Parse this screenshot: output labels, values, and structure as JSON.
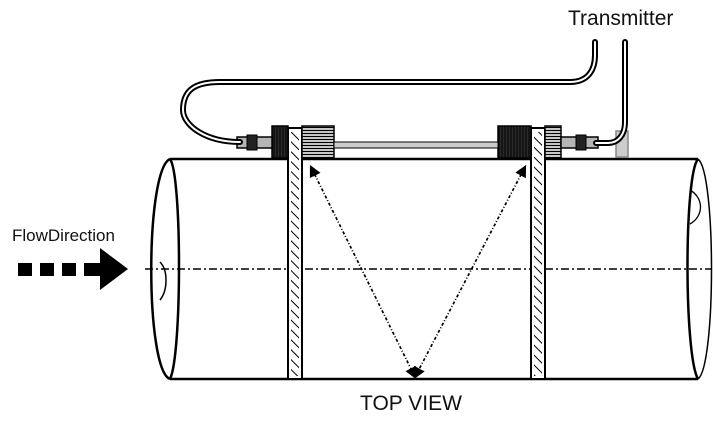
{
  "labels": {
    "transmitter": "Transmitter",
    "flow_direction": "FlowDirection",
    "view": "TOP VIEW"
  },
  "colors": {
    "ink": "#000000",
    "background": "#ffffff",
    "sensor_rod": "#cccccc",
    "connector": "#b5b5b5"
  },
  "icons": {
    "flow_arrow": "dashed-right-arrow",
    "signal_path": "dotted-double-headed-arrows"
  }
}
